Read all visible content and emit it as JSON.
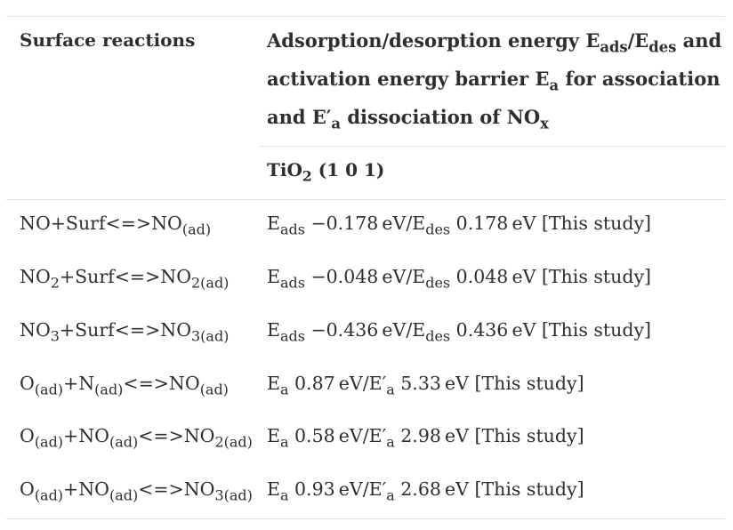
{
  "header": {
    "col1": "Surface reactions",
    "col2_lines": [
      [
        "Adsorption/desorption energy E",
        "ads",
        "/E",
        "des",
        " and"
      ],
      [
        "activation energy barrier E",
        "a",
        " for association"
      ],
      [
        "and E′",
        "a",
        " dissociation of NO",
        "x"
      ]
    ],
    "subheader": [
      "TiO",
      "2",
      " (1 0 1)"
    ]
  },
  "rows": [
    {
      "reaction": [
        "NO+Surf<=>NO",
        "(ad)"
      ],
      "energy": [
        "E",
        "ads",
        " −0.178 eV/E",
        "des",
        " 0.178 eV [This study]"
      ]
    },
    {
      "reaction": [
        "NO",
        "2",
        "+Surf<=>NO",
        "2(ad)"
      ],
      "energy": [
        "E",
        "ads",
        " −0.048 eV/E",
        "des",
        " 0.048 eV [This study]"
      ]
    },
    {
      "reaction": [
        "NO",
        "3",
        "+Surf<=>NO",
        "3(ad)"
      ],
      "energy": [
        "E",
        "ads",
        " −0.436 eV/E",
        "des",
        " 0.436 eV [This study]"
      ]
    },
    {
      "reaction": [
        "O",
        "(ad)",
        "+N",
        "(ad)",
        "<=>NO",
        "(ad)"
      ],
      "energy": [
        "E",
        "a",
        " 0.87 eV/E′",
        "a",
        " 5.33 eV [This study]"
      ]
    },
    {
      "reaction": [
        "O",
        "(ad)",
        "+NO",
        "(ad)",
        "<=>NO",
        "2(ad)"
      ],
      "energy": [
        "E",
        "a",
        " 0.58 eV/E′",
        "a",
        " 2.98 eV [This study]"
      ]
    },
    {
      "reaction": [
        "O",
        "(ad)",
        "+NO",
        "(ad)",
        "<=>NO",
        "3(ad)"
      ],
      "energy": [
        "E",
        "a",
        " 0.93 eV/E′",
        "a",
        " 2.68 eV [This study]"
      ]
    }
  ]
}
